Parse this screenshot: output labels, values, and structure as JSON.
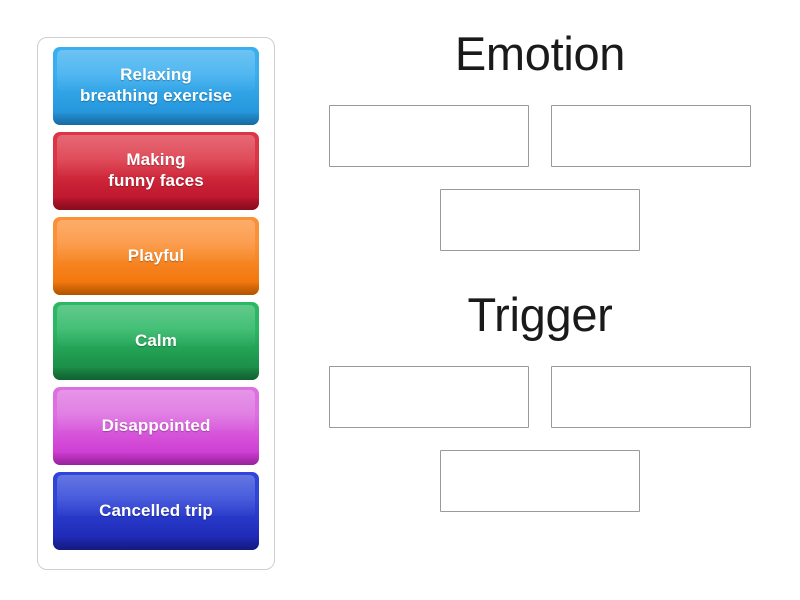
{
  "activity": {
    "type": "group-sort",
    "background_color": "#ffffff"
  },
  "tray": {
    "name": "draggable-tiles-tray",
    "border_color": "#cfcfcf",
    "tiles": [
      {
        "label": "Relaxing\nbreathing exercise",
        "color_name": "light-blue",
        "color_top": "#3aaeef",
        "color_bottom": "#1f8fd6",
        "text_color": "#ffffff"
      },
      {
        "label": "Making\nfunny faces",
        "color_name": "red",
        "color_top": "#dc3545",
        "color_bottom": "#b60f28",
        "text_color": "#ffffff"
      },
      {
        "label": "Playful",
        "color_name": "orange",
        "color_top": "#fb9036",
        "color_bottom": "#ef7000",
        "text_color": "#ffffff"
      },
      {
        "label": "Calm",
        "color_name": "green",
        "color_top": "#2bb764",
        "color_bottom": "#17823f",
        "text_color": "#ffffff"
      },
      {
        "label": "Disappointed",
        "color_name": "magenta",
        "color_top": "#dd6fe0",
        "color_bottom": "#cb2ed0",
        "text_color": "#ffffff"
      },
      {
        "label": "Cancelled trip",
        "color_name": "blue",
        "color_top": "#2f45d8",
        "color_bottom": "#1a22ac",
        "text_color": "#ffffff"
      }
    ]
  },
  "categories": [
    {
      "title": "Emotion",
      "zones": [
        {
          "label": "",
          "placeholder": ""
        },
        {
          "label": "",
          "placeholder": ""
        },
        {
          "label": "",
          "placeholder": ""
        }
      ]
    },
    {
      "title": "Trigger",
      "zones": [
        {
          "label": "",
          "placeholder": ""
        },
        {
          "label": "",
          "placeholder": ""
        },
        {
          "label": "",
          "placeholder": ""
        }
      ]
    }
  ],
  "style": {
    "zone_border_color": "#9a9a9a",
    "title_color": "#1a1a1a"
  }
}
